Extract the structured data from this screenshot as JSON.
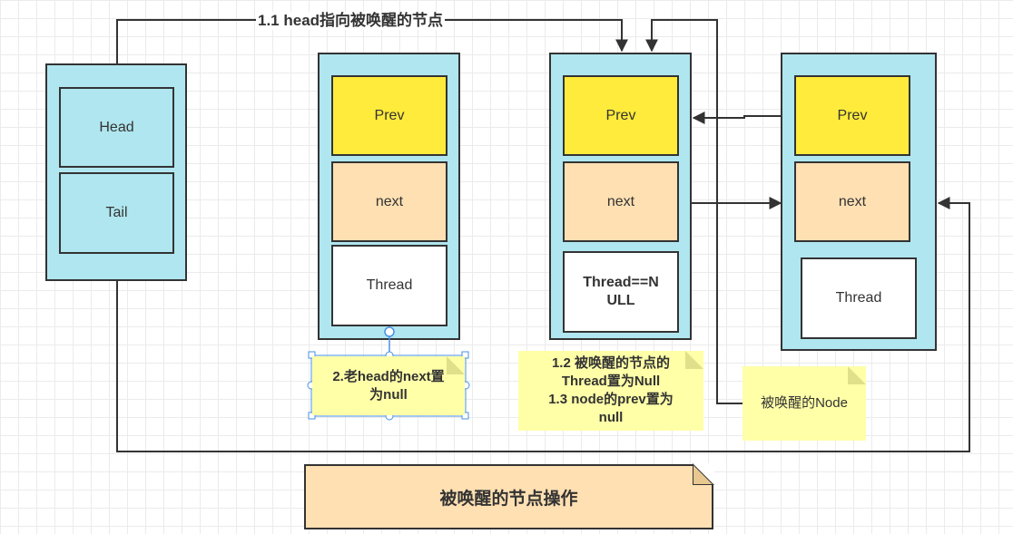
{
  "head_tail": {
    "head_label": "Head",
    "tail_label": "Tail"
  },
  "node_old_head": {
    "prev": "Prev",
    "next": "next",
    "thread": "Thread"
  },
  "node_awakened": {
    "prev": "Prev",
    "next": "next",
    "thread": "Thread==N\nULL"
  },
  "node_next": {
    "prev": "Prev",
    "next": "next",
    "thread": "Thread"
  },
  "labels": {
    "head_points_to": "1.1 head指向被唤醒的节点"
  },
  "notes": {
    "old_head_next": "2.老head的next置\n为null",
    "awakened_steps": "1.2 被唤醒的节点的\nThread置为Null\n1.3 node的prev置为\nnull",
    "awakened_node": "被唤醒的Node",
    "title": "被唤醒的节点操作"
  },
  "colors": {
    "container": "#b0e6ef",
    "prev_fill": "#ffeb3b",
    "next_fill": "#ffe0b3",
    "note_fill": "#ffffa8",
    "title_fill": "#ffe0b3",
    "selection": "#4a90e2"
  }
}
